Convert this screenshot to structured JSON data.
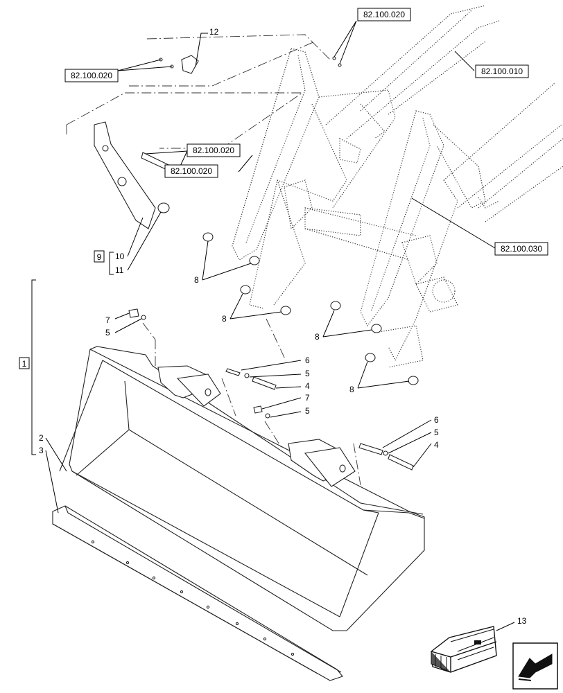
{
  "references": {
    "r1": "82.100.020",
    "r2": "82.100.010",
    "r3": "82.100.020",
    "r4": "82.100.020",
    "r5": "82.100.020",
    "r6": "82.100.030"
  },
  "callouts": {
    "c12": "12",
    "c9": "9",
    "c10": "10",
    "c11": "11",
    "c1": "1",
    "c2": "2",
    "c3": "3",
    "c7a": "7",
    "c5a": "5",
    "c6a": "6",
    "c5b": "5",
    "c4a": "4",
    "c7b": "7",
    "c5c": "5",
    "c6b": "6",
    "c5d": "5",
    "c4b": "4",
    "c8a": "8",
    "c8b": "8",
    "c8c": "8",
    "c8d": "8",
    "c13": "13"
  },
  "icons": {
    "crate": "shipping-crate-icon",
    "arrow": "orientation-arrow-icon"
  }
}
